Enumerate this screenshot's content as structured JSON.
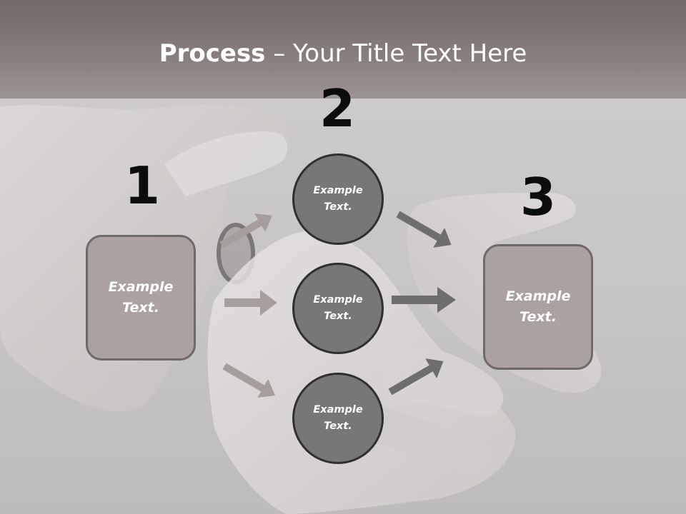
{
  "title": {
    "bold": "Process",
    "rest": " – Your Title Text Here"
  },
  "steps": [
    {
      "number": "1",
      "box_label": [
        "Example",
        "Text."
      ]
    },
    {
      "number": "2",
      "circles": [
        {
          "label": [
            "Example",
            "Text."
          ]
        },
        {
          "label": [
            "Example",
            "Text."
          ]
        },
        {
          "label": [
            "Example",
            "Text."
          ]
        }
      ]
    },
    {
      "number": "3",
      "box_label": [
        "Example",
        "Text."
      ]
    }
  ],
  "colors": {
    "title_band": "#7e7674",
    "box_fill": "#aba2a0",
    "circle_fill": "#777777",
    "arrow_in": "#a69e9c",
    "arrow_out": "#6e6e6e"
  },
  "background_image": "grayscale photo of hands holding (wedding ring)"
}
